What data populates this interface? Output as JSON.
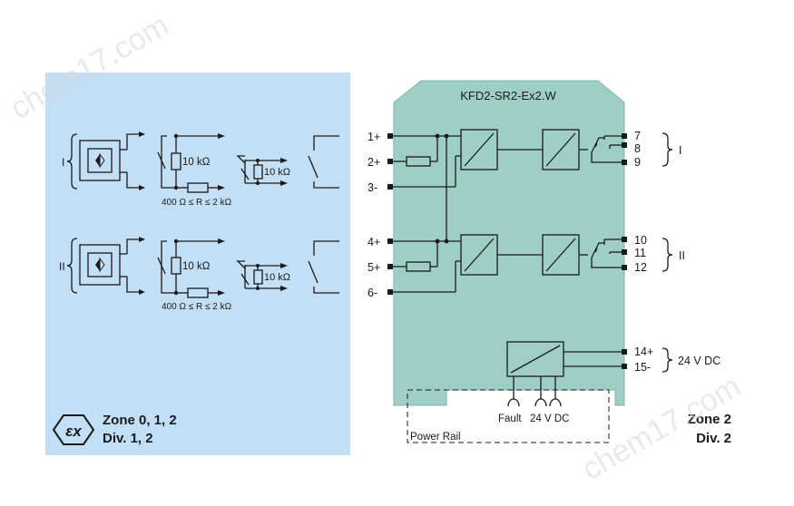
{
  "device": {
    "title": "KFD2-SR2-Ex2.W"
  },
  "terminals_left": [
    "1+",
    "2+",
    "3-",
    "4+",
    "5+",
    "6-"
  ],
  "terminals_right": [
    "7",
    "8",
    "9",
    "10",
    "11",
    "12",
    "14+",
    "15-"
  ],
  "channels": [
    "I",
    "II"
  ],
  "supply": "24 V DC",
  "resistor": "10 kΩ",
  "resistor_range": "400 Ω ≤ R ≤ 2 kΩ",
  "bottom_labels": {
    "fault": "Fault",
    "vdc": "24 V DC",
    "power_rail": "Power Rail"
  },
  "hazardous_zone": {
    "line1": "Zone 0, 1, 2",
    "line2": "Div. 1, 2",
    "ex_symbol": "εx"
  },
  "safe_zone": {
    "line1": "Zone 2",
    "line2": "Div. 2"
  },
  "watermark": "chem17.com",
  "colors": {
    "hazard_bg": "#c3dff5",
    "module": "#9ecfc6",
    "line": "#1a1a1a"
  }
}
